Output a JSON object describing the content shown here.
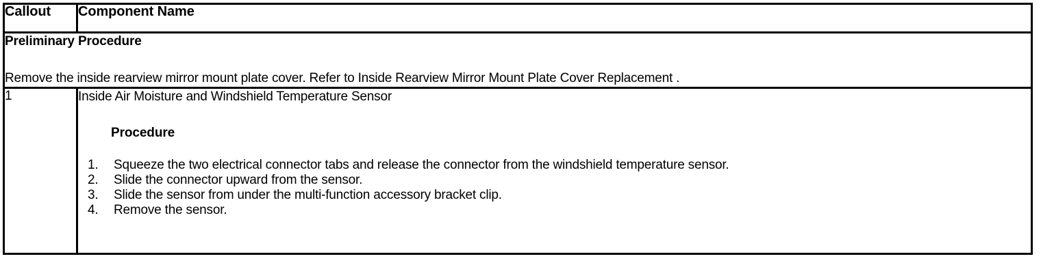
{
  "table": {
    "headers": {
      "callout": "Callout",
      "component_name": "Component Name"
    },
    "preliminary": {
      "title": "Preliminary Procedure",
      "body": "Remove the inside rearview mirror mount plate cover. Refer to Inside Rearview Mirror Mount Plate Cover Replacement ."
    },
    "rows": [
      {
        "callout": "1",
        "component_name": "Inside Air Moisture and Windshield Temperature Sensor",
        "procedure_heading": "Procedure",
        "steps": [
          {
            "marker": "1.",
            "text": "Squeeze the two electrical connector tabs and release the connector from the windshield temperature sensor."
          },
          {
            "marker": "2.",
            "text": "Slide the connector upward from the sensor."
          },
          {
            "marker": "3.",
            "text": "Slide the sensor from under the multi-function accessory bracket clip."
          },
          {
            "marker": "4.",
            "text": "Remove the sensor."
          }
        ]
      }
    ]
  },
  "colors": {
    "border": "#000000",
    "text": "#000000",
    "background": "#ffffff"
  }
}
